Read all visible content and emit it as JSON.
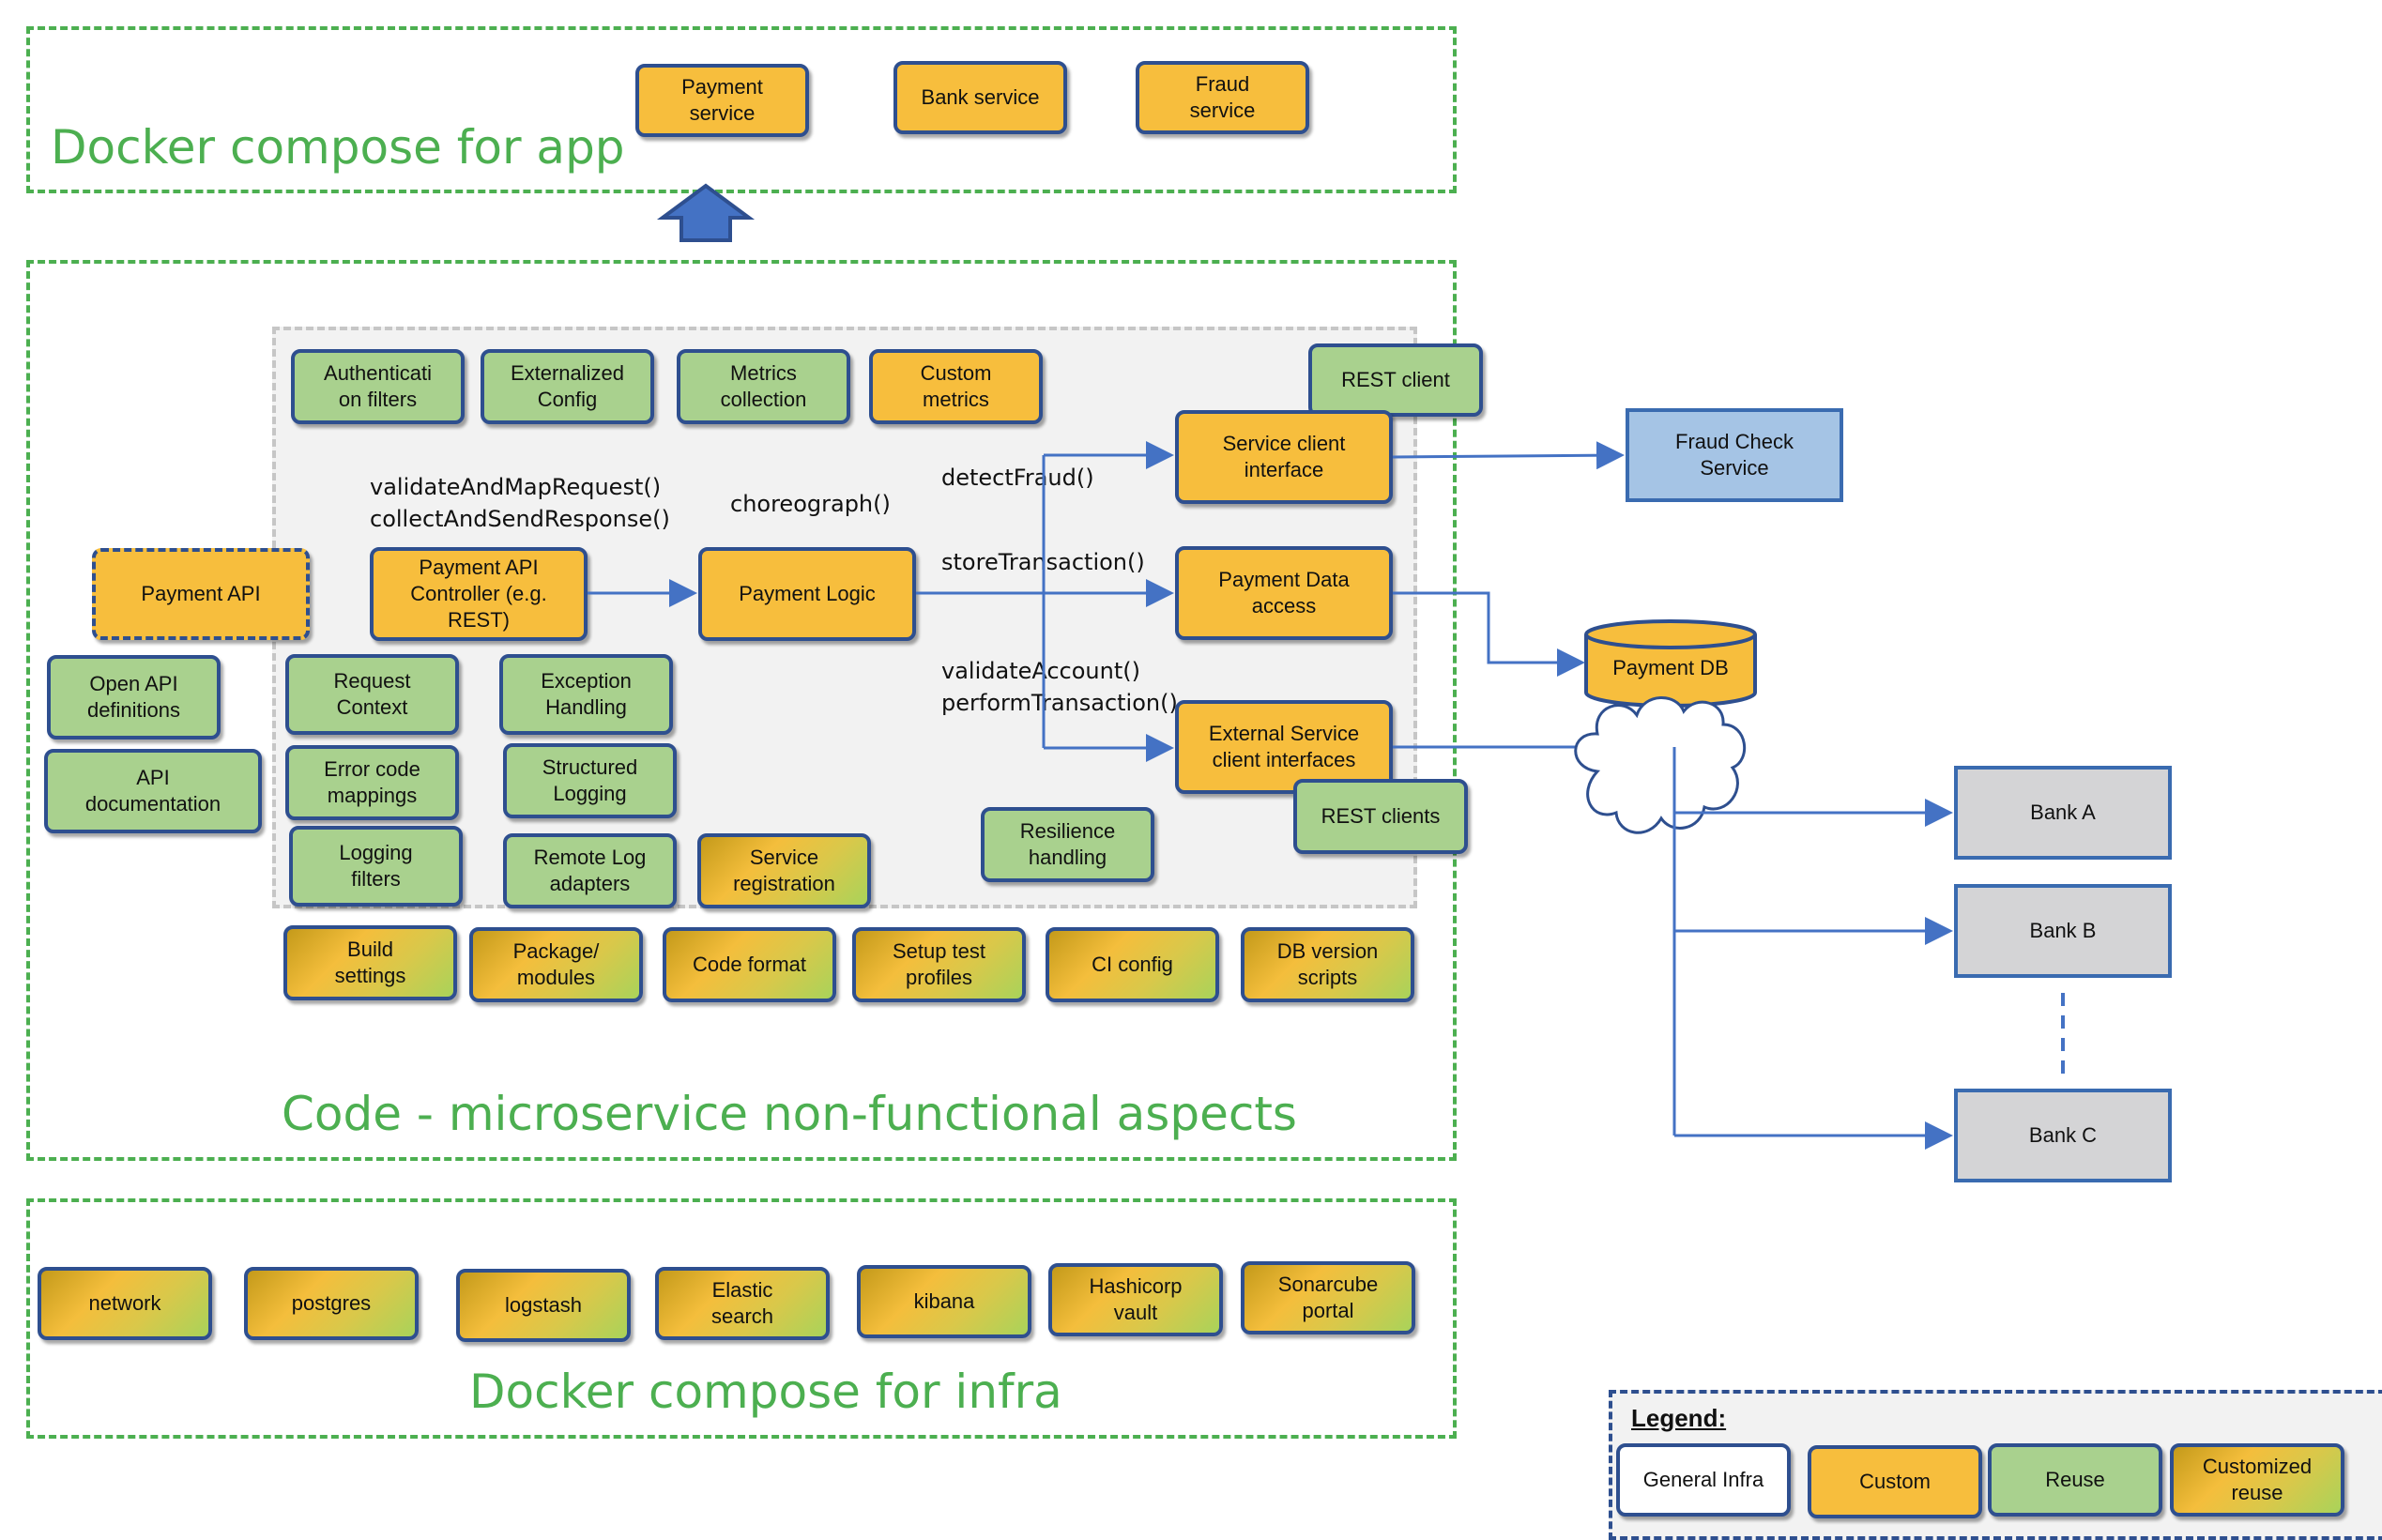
{
  "docker_app": {
    "title": "Docker compose for app",
    "services": [
      "Payment\nservice",
      "Bank  service",
      "Fraud\nservice"
    ]
  },
  "code_region": {
    "title": "Code - microservice non-functional aspects",
    "top_boxes": [
      "Authenticati\non filters",
      "Externalized\nConfig",
      "Metrics\ncollection",
      "Custom\nmetrics"
    ],
    "rest_client": "REST client",
    "service_client_interface": "Service client\ninterface",
    "payment_data_access": "Payment Data\naccess",
    "external_service_client": "External Service\nclient interfaces",
    "rest_clients": "REST clients",
    "payment_api": "Payment API",
    "payment_api_controller": "Payment API\nController (e.g.\nREST)",
    "payment_logic": "Payment Logic",
    "open_api": "Open API\ndefinitions",
    "api_docs": "API\ndocumentation",
    "request_context": "Request\nContext",
    "exception_handling": "Exception\nHandling",
    "error_code_mappings": "Error code\nmappings",
    "structured_logging": "Structured\nLogging",
    "logging_filters": "Logging\nfilters",
    "remote_log_adapters": "Remote Log\nadapters",
    "service_registration": "Service\nregistration",
    "resilience_handling": "Resilience\nhandling",
    "build_row": [
      "Build\nsettings",
      "Package/\nmodules",
      "Code format",
      "Setup test\nprofiles",
      "CI config",
      "DB version\nscripts"
    ],
    "functions": {
      "controller_fns": "validateAndMapRequest()\ncollectAndSendResponse()",
      "choreograph": "choreograph()",
      "detect_fraud": "detectFraud()",
      "store_transaction": "storeTransaction()",
      "validate_perform": "validateAccount()\nperformTransaction()"
    }
  },
  "external": {
    "fraud_check": "Fraud Check\nService",
    "payment_db": "Payment DB",
    "banks": [
      "Bank A",
      "Bank B",
      "Bank C"
    ]
  },
  "docker_infra": {
    "title": "Docker compose for infra",
    "items": [
      "network",
      "postgres",
      "logstash",
      "Elastic\nsearch",
      "kibana",
      "Hashicorp\nvault",
      "Sonarcube\nportal"
    ]
  },
  "legend": {
    "title": "Legend:",
    "items": [
      "General Infra",
      "Custom",
      "Reuse",
      "Customized\nreuse"
    ]
  },
  "colors": {
    "region_border": "#4CAF50",
    "box_border": "#2E4F8F",
    "custom": "#F7BE3D",
    "reuse": "#A9D18E",
    "arrow": "#4472C4"
  }
}
